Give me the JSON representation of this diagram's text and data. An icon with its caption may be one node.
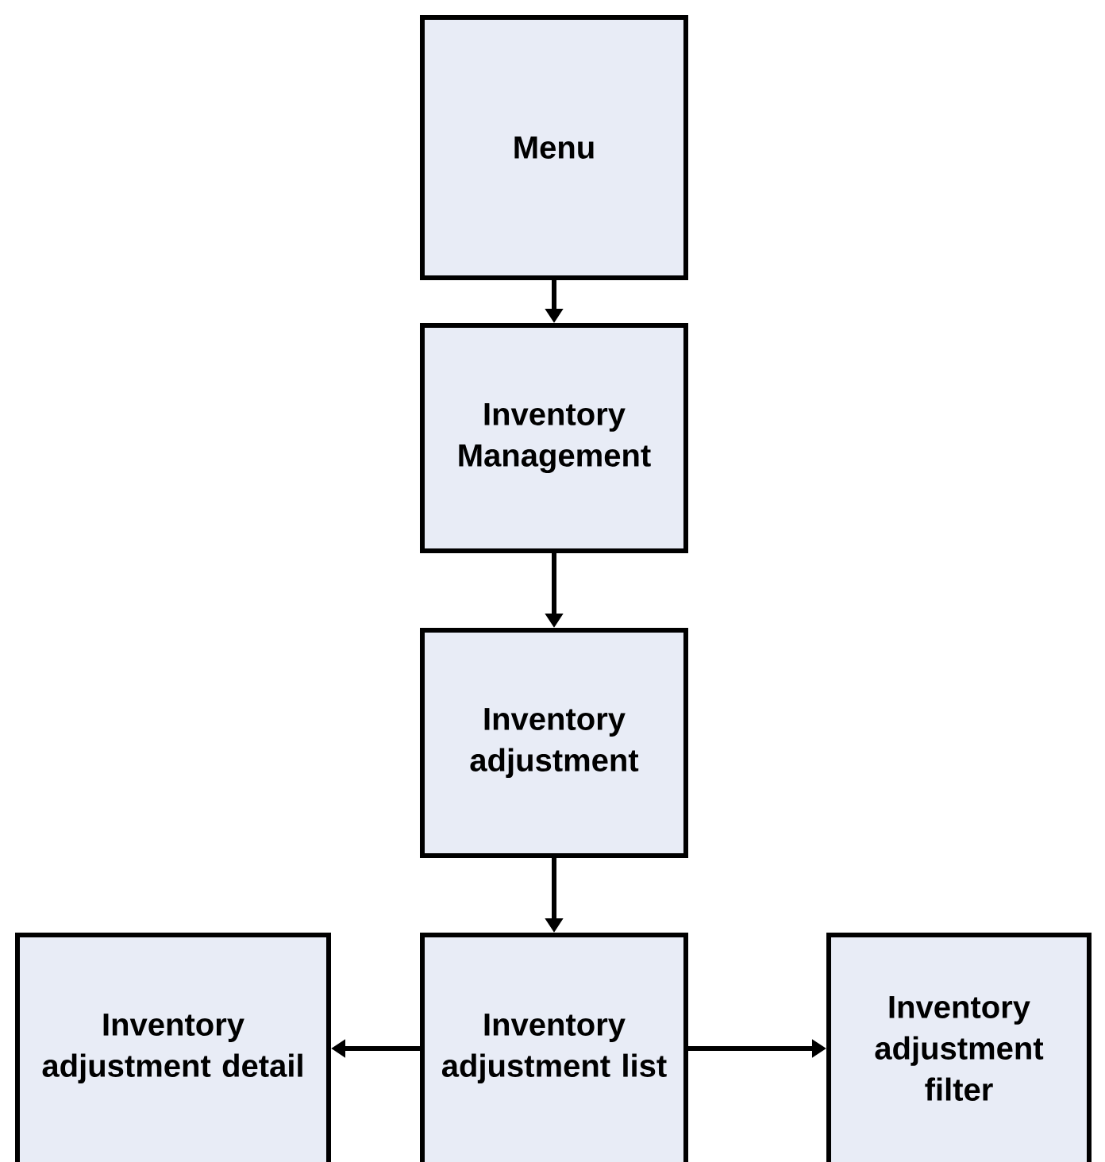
{
  "diagram": {
    "nodes": [
      {
        "text": [
          "Menu"
        ]
      },
      {
        "text": [
          "Inventory Management"
        ]
      },
      {
        "text": [
          "Inventory adjustment"
        ]
      },
      {
        "text": [
          "Inventory adjustment detail"
        ]
      },
      {
        "text": [
          "Inventory adjustment list"
        ]
      },
      {
        "text": [
          "Inventory adjustment filter"
        ]
      }
    ],
    "edges": [
      {
        "from": 0,
        "to": 1,
        "arrow": "to"
      },
      {
        "from": 1,
        "to": 2,
        "arrow": "to"
      },
      {
        "from": 2,
        "to": 4,
        "arrow": "to"
      },
      {
        "from": 4,
        "to": 3,
        "arrow": "to"
      },
      {
        "from": 4,
        "to": 5,
        "arrow": "to"
      }
    ]
  }
}
